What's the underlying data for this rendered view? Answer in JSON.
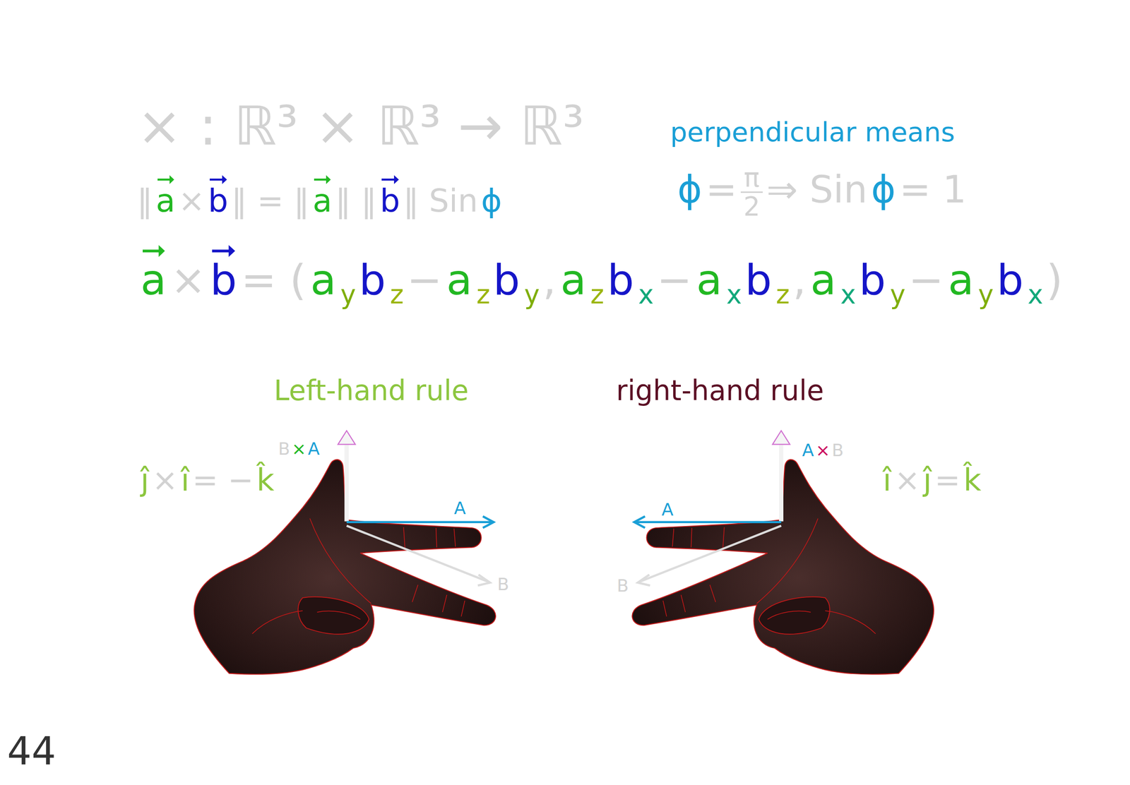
{
  "diagram": {
    "labels": [
      "× : ℝ³ × ℝ³ → ℝ³",
      "‖",
      "a",
      "×",
      "b",
      "‖ = ‖",
      "a",
      "‖ ‖",
      "b",
      "‖ Sin",
      "ϕ",
      "perpendicular means",
      "ϕ",
      "=",
      "π",
      "2",
      "⇒ Sin",
      "ϕ",
      "= 1",
      "a",
      "×",
      "b",
      "= (",
      "a",
      "y",
      "b",
      "z",
      "−",
      "a",
      "z",
      "b",
      "y",
      ",",
      "a",
      "z",
      "b",
      "x",
      "−",
      "a",
      "x",
      "b",
      "z",
      ",",
      "a",
      "x",
      "b",
      "y",
      "−",
      "a",
      "y",
      "b",
      "x",
      ")",
      "Left-hand rule",
      "right-hand rule",
      "B",
      "×",
      "A",
      "ĵ",
      "×",
      "î",
      "= −",
      "k̂",
      "A",
      "B",
      "A",
      "×",
      "B",
      "î",
      "×",
      "ĵ",
      "=",
      "k̂",
      "A",
      "B",
      "44"
    ]
  }
}
